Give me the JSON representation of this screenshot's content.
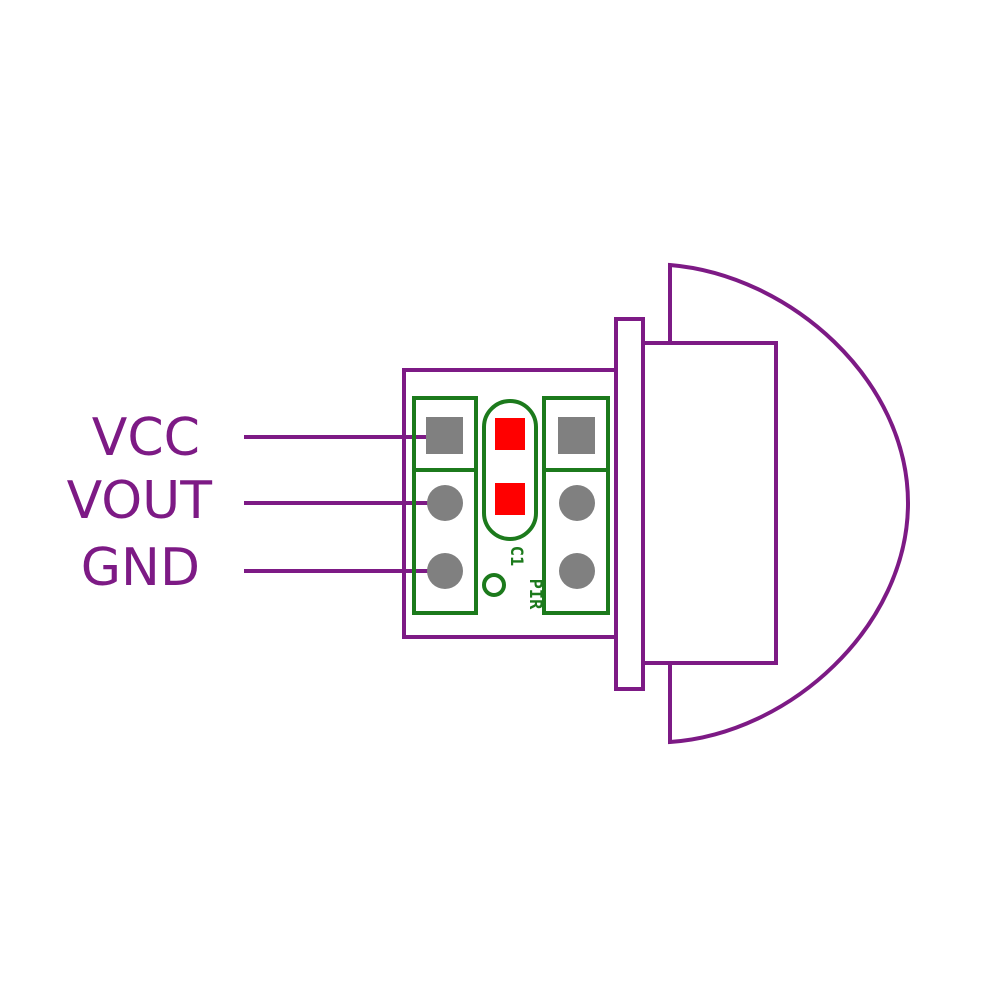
{
  "pins": [
    {
      "label": "VCC"
    },
    {
      "label": "VOUT"
    },
    {
      "label": "GND"
    }
  ],
  "silkscreen": {
    "cap_label": "C1",
    "sensor_label": "PIR"
  },
  "colors": {
    "outline": "#7d1a85",
    "silkscreen": "#1c7a1c",
    "pad": "#808080",
    "smd_pad": "#ff0000"
  }
}
